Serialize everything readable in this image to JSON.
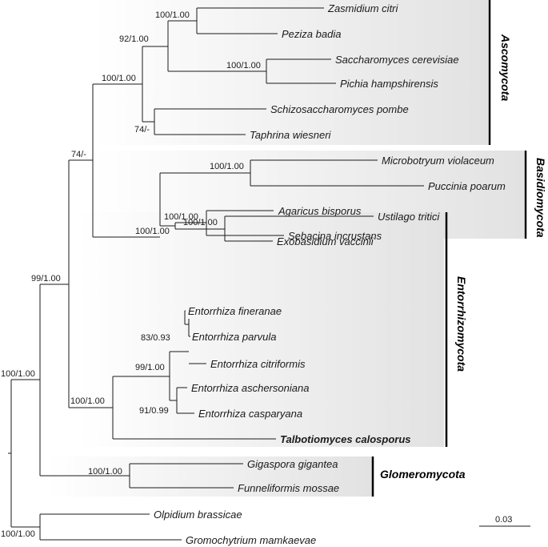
{
  "taxa": {
    "zasmidium": "Zasmidium citri",
    "peziza": "Peziza badia",
    "saccharomyces": "Saccharomyces cerevisiae",
    "pichia": "Pichia hampshirensis",
    "schizosaccharomyces": "Schizosaccharomyces pombe",
    "taphrina": "Taphrina wiesneri",
    "microbotryum": "Microbotryum violaceum",
    "puccinia": "Puccinia poarum",
    "agaricus": "Agaricus bisporus",
    "sebacina": "Sebacina incrustans",
    "ustilago": "Ustilago tritici",
    "exobasidium": "Exobasidium vaccinii",
    "e_fineranae": "Entorrhiza fineranae",
    "e_parvula": "Entorrhiza parvula",
    "e_citriformis": "Entorrhiza citriformis",
    "e_aschersoniana": "Entorrhiza aschersoniana",
    "e_casparyana": "Entorrhiza casparyana",
    "talbotiomyces": "Talbotiomyces calosporus",
    "gigaspora": "Gigaspora gigantea",
    "funneliformis": "Funneliformis mossae",
    "olpidium": "Olpidium brassicae",
    "gromochytrium": "Gromochytrium mamkaevae"
  },
  "support": {
    "zasm_pez": "100/1.00",
    "ascomycota_inner": "92/1.00",
    "sacch_pichia": "100/1.00",
    "ascomycota": "100/1.00",
    "schizo_taphrina": "74/-",
    "asco_basidio": "74/-",
    "microb_puccinia": "100/1.00",
    "basidiomycota": "100/1.00",
    "agaricus_sebacina": "100/1.00",
    "ustilago_exobasidium": "100/1.00",
    "dikarya_entorrhizo": "99/1.00",
    "fineranae_parvula": "83/0.93",
    "entorrhiza": "99/1.00",
    "entorrhizomycota": "100/1.00",
    "aschers_caspar": "91/0.99",
    "main": "100/1.00",
    "glomeromycota": "100/1.00",
    "outgroup": "100/1.00"
  },
  "groups": {
    "ascomycota": "Ascomycota",
    "basidiomycota": "Basidiomycota",
    "entorrhizomycota": "Entorrhizomycota",
    "glomeromycota": "Glomeromycota"
  },
  "scale_bar": {
    "label": "0.03"
  },
  "colors": {
    "shade_dark": "#e0e0e0",
    "shade_light": "#ffffff",
    "line": "#1a1a1a"
  }
}
